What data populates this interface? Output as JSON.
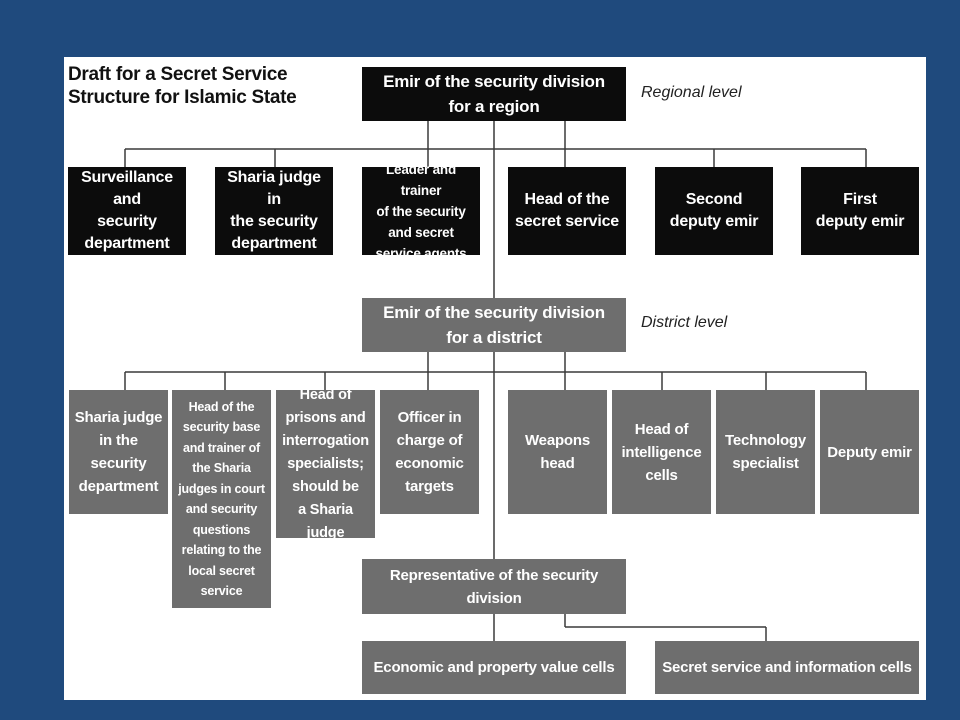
{
  "title": [
    "Draft for a Secret Service",
    "Structure for Islamic State"
  ],
  "levels": {
    "regional": "Regional level",
    "district": "District level"
  },
  "regional": {
    "head": "Emir of the security division\nfor a region",
    "children": [
      "Surveillance and\nsecurity\ndepartment",
      "Sharia judge in\nthe security\ndepartment",
      "Leader and trainer\nof the security\nand secret\nservice agents",
      "Head of the\nsecret service",
      "Second\ndeputy emir",
      "First\ndeputy emir"
    ]
  },
  "district": {
    "head": "Emir of the security division\nfor a district",
    "children": [
      "Sharia judge\nin the\nsecurity\ndepartment",
      "Head of the\nsecurity base\nand trainer of\nthe Sharia\njudges in court\nand security\nquestions\nrelating to the\nlocal secret\nservice",
      "Head of\nprisons and\ninterrogation\nspecialists;\nshould be\na Sharia judge",
      "Officer in\ncharge of\neconomic\ntargets",
      "Weapons\nhead",
      "Head of\nintelligence\ncells",
      "Technology\nspecialist",
      "Deputy emir"
    ]
  },
  "representative": {
    "head": "Representative of the security division",
    "children": [
      "Economic and property value cells",
      "Secret service and information cells"
    ]
  },
  "colors": {
    "background": "#1f4a7d",
    "regional_box": "#0c0c0c",
    "district_box": "#6e6e6e",
    "connector": "#3a3a3a"
  }
}
